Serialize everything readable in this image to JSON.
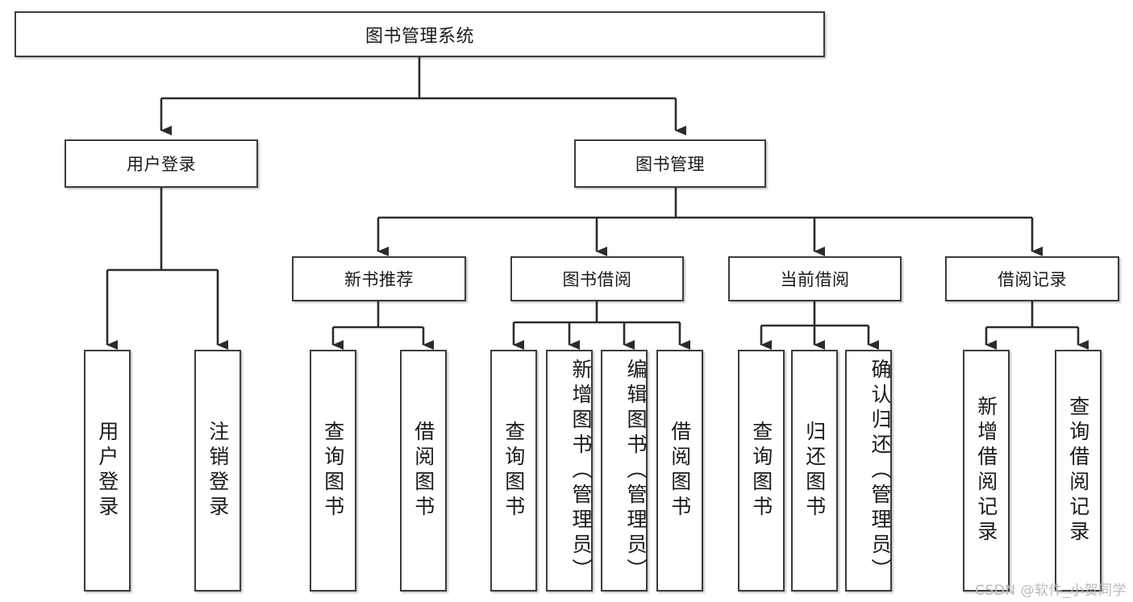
{
  "diagram": {
    "title": "图书管理系统",
    "type": "tree",
    "watermark": "CSDN @软件_小贺同学",
    "colors": {
      "box_border": "#3c3c3c",
      "box_fill": "#ffffff",
      "connector": "#2b2b2b",
      "background": "#ffffff",
      "watermark_text": "#b9b9b9"
    },
    "root": {
      "label": "图书管理系统"
    },
    "level2": [
      {
        "label": "用户登录"
      },
      {
        "label": "图书管理"
      }
    ],
    "level3": [
      {
        "label": "新书推荐"
      },
      {
        "label": "图书借阅"
      },
      {
        "label": "当前借阅"
      },
      {
        "label": "借阅记录"
      }
    ],
    "leaves": {
      "user_login": [
        {
          "label": "用户登录"
        },
        {
          "label": "注销登录"
        }
      ],
      "new_book_recommend": [
        {
          "label": "查询图书"
        },
        {
          "label": "借阅图书"
        }
      ],
      "book_borrow": [
        {
          "label": "查询图书"
        },
        {
          "label": "新增图书（管理员）"
        },
        {
          "label": "编辑图书（管理员）"
        },
        {
          "label": "借阅图书"
        }
      ],
      "current_borrow": [
        {
          "label": "查询图书"
        },
        {
          "label": "归还图书"
        },
        {
          "label": "确认归还（管理员）"
        }
      ],
      "borrow_record": [
        {
          "label": "新增借阅记录"
        },
        {
          "label": "查询借阅记录"
        }
      ]
    }
  }
}
